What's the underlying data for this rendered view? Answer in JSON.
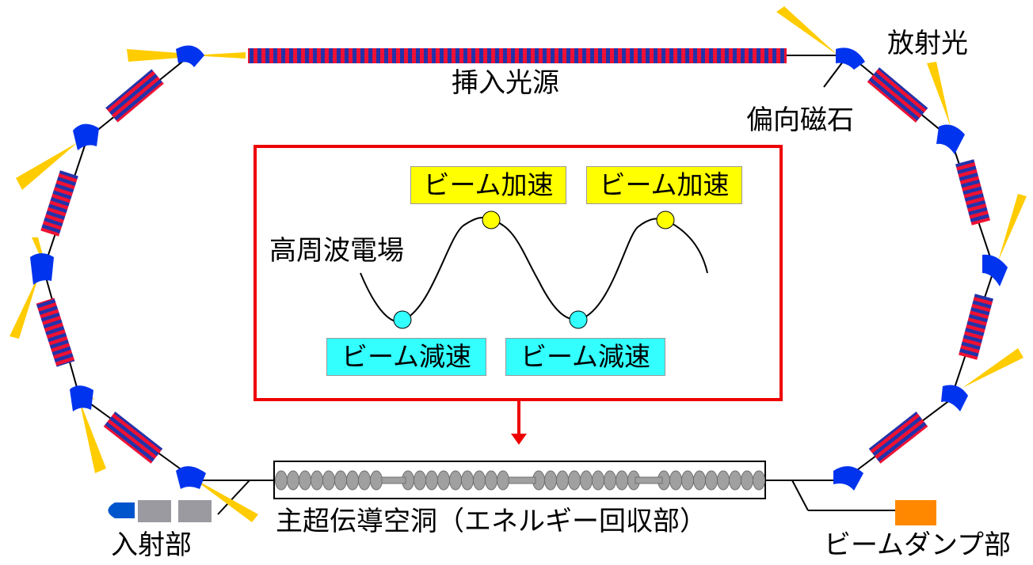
{
  "labels": {
    "insertion_device": "挿入光源",
    "radiation": "放射光",
    "bending_magnet": "偏向磁石",
    "rf_field": "高周波電場",
    "accel": "ビーム加速",
    "decel": "ビーム減速",
    "main_cavity": "主超伝導空洞（エネルギー回収部）",
    "injector": "入射部",
    "beam_dump": "ビームダンプ部"
  },
  "colors": {
    "magnet_blue": "#0033ee",
    "undulator_red": "#ee1133",
    "undulator_blue": "#2233aa",
    "light_yellow": "#ffcc00",
    "inset_border": "#ee0000",
    "accel_bg": "#ffff00",
    "decel_bg": "#33ffff",
    "dump_orange": "#ff8800",
    "cavity_gray": "#a0a0a0"
  }
}
